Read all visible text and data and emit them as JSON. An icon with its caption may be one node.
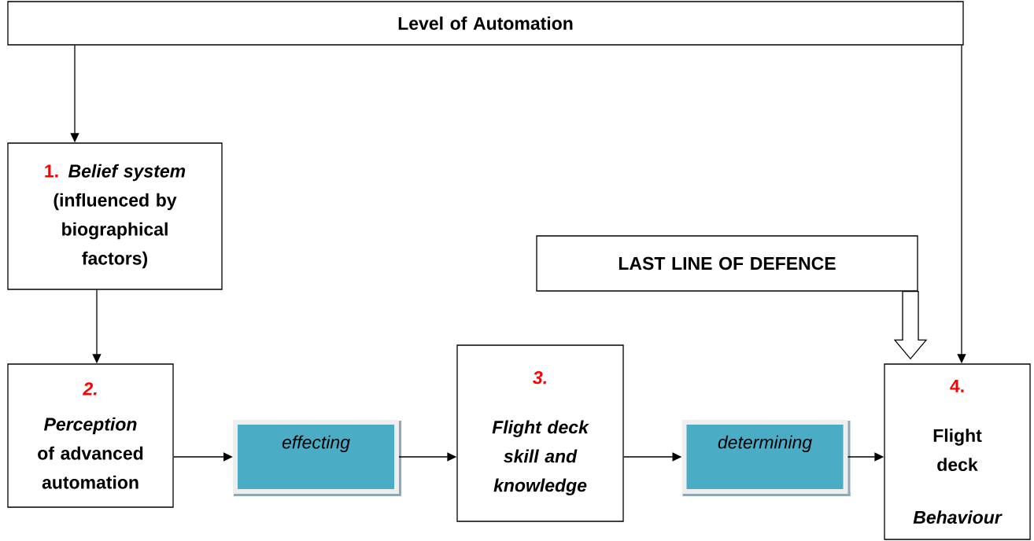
{
  "diagram": {
    "nodes": [
      {
        "text": [
          "Level of Automation"
        ]
      },
      {
        "text": [
          "1.",
          "Belief system",
          "(influenced by biographical factors)"
        ]
      },
      {
        "text": [
          "2.",
          "*Perception* of advanced automation"
        ]
      },
      {
        "text": [
          "effecting"
        ]
      },
      {
        "text": [
          "3.",
          "Flight deck skill and knowledge"
        ]
      },
      {
        "text": [
          "determining"
        ]
      },
      {
        "text": [
          "LAST LINE OF DEFENCE"
        ]
      },
      {
        "text": [
          "4.",
          "Flight deck",
          "Behaviour"
        ]
      }
    ],
    "edges": [
      {
        "from": 0,
        "to": 1,
        "arrow": "to"
      },
      {
        "from": 0,
        "to": 7,
        "arrow": "to"
      },
      {
        "from": 1,
        "to": 2,
        "arrow": "to"
      },
      {
        "from": 2,
        "to": 3,
        "arrow": "to"
      },
      {
        "from": 3,
        "to": 4,
        "arrow": "to"
      },
      {
        "from": 4,
        "to": 5,
        "arrow": "to"
      },
      {
        "from": 5,
        "to": 7,
        "arrow": "to"
      },
      {
        "from": 6,
        "to": 7,
        "arrow": "to",
        "style": "thick"
      }
    ]
  }
}
